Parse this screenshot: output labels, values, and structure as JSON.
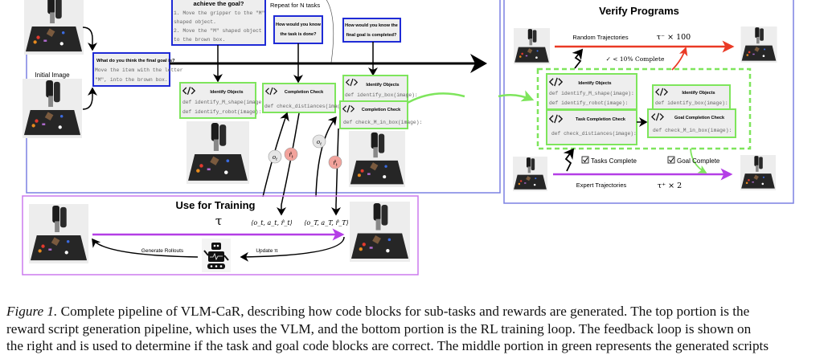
{
  "generation": {
    "subtask_question_tail": "achieve the goal?",
    "subtask_answer": [
      "1. Move the gripper to the \"M\"",
      "shaped object.",
      "2. Move the \"M\" shaped object",
      "to the brown box."
    ],
    "repeat_label": "Repeat for N tasks",
    "initial_image_label": "Initial Image",
    "goal_question": "What do you think the final goal is?",
    "goal_answer": [
      "Move the item with the letter",
      "\"M\", into the brown box."
    ],
    "task_done_question": [
      "How would you know",
      "the task is done?"
    ],
    "goal_done_question": [
      "How would you know the",
      "final goal is completed?"
    ],
    "code_blocks": {
      "identify_objects_title": "Identify Objects",
      "identify_objects_code": [
        "def identify_M_shape(image):",
        "def identify_robot(image):"
      ],
      "completion_check_title": "Completion Check",
      "completion_check_code": "def check_distiances(image):",
      "identify_box_title": "Identify Objects",
      "identify_box_code": "def identify_box(image):",
      "goal_check_title": "Completion Check",
      "goal_check_code": "def check_M_in_box(image):"
    },
    "code_icon": "code-brackets-icon",
    "observation_symbol": "o_t",
    "reward_symbol": "r̂_t"
  },
  "training": {
    "title": "Use for Training",
    "tau": "τ",
    "tuple_t": "⟨o_t, a_t, r̂_t⟩",
    "tuple_T": "⟨o_T, a_T, r̂_T⟩",
    "generate_rollouts": "Generate Rollouts",
    "update_policy": "Update π",
    "robot_icon": "robot-icon"
  },
  "verify": {
    "title": "Verify Programs",
    "random_label": "Random Trajectories",
    "random_count": "τ⁻ × 100",
    "random_threshold": "✓ < 10% Complete",
    "expert_label": "Expert Trajectories",
    "expert_count": "τ⁺ × 2",
    "tasks_complete": "Tasks Complete",
    "goal_complete": "Goal Complete",
    "identify_objects_title": "Identify Objects",
    "identify_objects_code": [
      "def identify_M_shape(image):",
      "def identify_robot(image):"
    ],
    "task_check_title": "Task Completion Check",
    "task_check_code": "def check_distiances(image):",
    "identify_box_title": "Identify Objects",
    "identify_box_code": "def identify_box(image):",
    "goal_check_title": "Goal Completion Check",
    "goal_check_code": "def check_M_in_box(image):"
  },
  "colors": {
    "frame_blue": "#7b80e2",
    "question_blue": "#1f2bd6",
    "code_green": "#7ee55c",
    "frame_purple": "#cc7aee",
    "purple_arrow": "#b43ee6",
    "red_arrow": "#ea3a25",
    "reward_circle": "#f2a39c",
    "obs_circle": "#e6e6e6"
  },
  "caption": {
    "label": "Figure 1.",
    "lines": [
      " Complete pipeline of VLM-CaR, describing how code blocks for sub-tasks and rewards are generated. The top portion is the",
      "reward script generation pipeline, which uses the VLM, and the bottom portion is the RL training loop. The feedback loop is shown on",
      "the right and is used to determine if the task and goal code blocks are correct. The middle portion in green represents the generated scripts"
    ]
  }
}
